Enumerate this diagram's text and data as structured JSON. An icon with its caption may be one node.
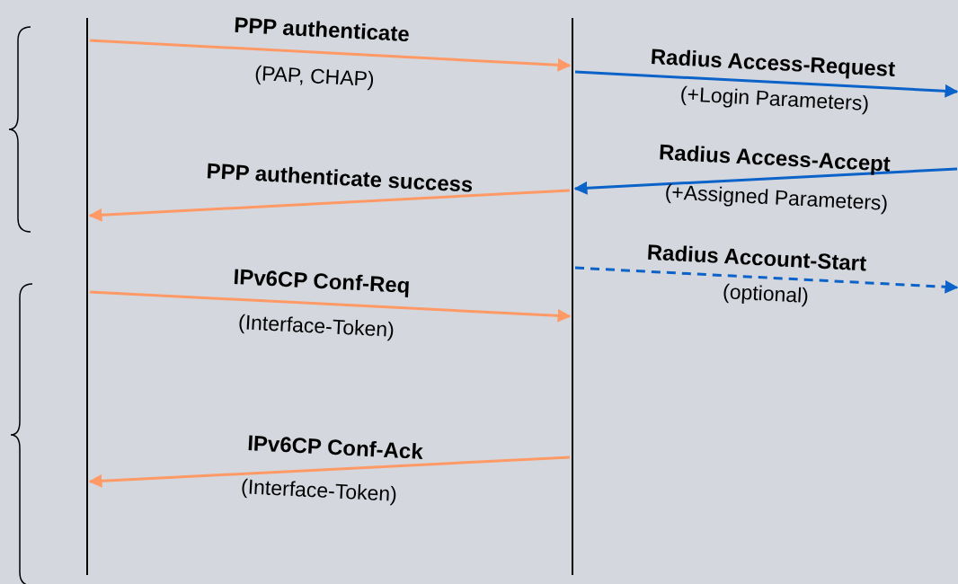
{
  "diagram": {
    "nodes": [
      {
        "text": [],
        "shape": "bar"
      },
      {
        "text": [],
        "shape": "bar"
      }
    ],
    "edges": [
      {
        "from": 0,
        "to": 1,
        "arrow": "to",
        "label": "PPP authenticate"
      },
      {
        "from": 1,
        "to": null,
        "arrow": "to",
        "label": "Radius Access-Request",
        "color": "#0b62c9"
      },
      {
        "from": null,
        "to": 1,
        "arrow": "to",
        "label": "Radius Access-Accept",
        "color": "#0b62c9"
      },
      {
        "from": 1,
        "to": 0,
        "arrow": "to",
        "label": "PPP authenticate success"
      },
      {
        "from": 1,
        "to": null,
        "arrow": "to",
        "label": "Radius Account-Start",
        "style": "dashed",
        "color": "#0b62c9"
      },
      {
        "from": 0,
        "to": 1,
        "arrow": "to",
        "label": "IPv6CP Conf-Req"
      },
      {
        "from": 1,
        "to": 0,
        "arrow": "to",
        "label": "IPv6CP Conf-Ack"
      }
    ],
    "labels": [
      "(PAP, CHAP)",
      "(+Login Parameters)",
      "(+Assigned Parameters)",
      "(optional)",
      "(Interface-Token)",
      "(Interface-Token)"
    ]
  }
}
